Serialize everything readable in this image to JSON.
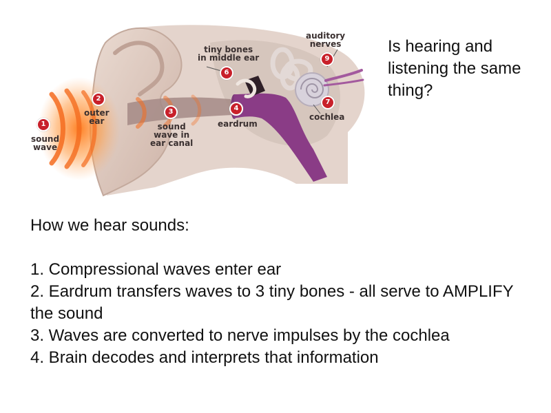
{
  "question": "Is hearing and\nlistening the same\nthing?",
  "diagram": {
    "labels": {
      "sound_wave": "sound\nwave",
      "outer_ear": "outer\near",
      "ear_canal": "sound\nwave in\near canal",
      "eardrum": "eardrum",
      "middle_ear": "tiny bones\nin middle ear",
      "cochlea": "cochlea",
      "auditory_nerves": "auditory\nnerves"
    },
    "badges": {
      "sound_wave": "1",
      "outer_ear": "2",
      "ear_canal": "3",
      "eardrum": "4",
      "middle_ear": "6",
      "cochlea": "7",
      "auditory_nerves": "9"
    },
    "colors": {
      "skin": "#ddc8bc",
      "bone": "#c9b9b0",
      "canal": "#a58a86",
      "purple": "#8a3c86",
      "cochlea": "#d8d2dc",
      "wave": "#f26a1f",
      "badge": "#c8202a"
    }
  },
  "explanation": {
    "heading": "How we hear sounds:",
    "steps": [
      "1.  Compressional waves enter ear",
      "2.  Eardrum transfers waves to 3 tiny bones - all serve to AMPLIFY the sound",
      "3.  Waves are converted to nerve impulses by the cochlea",
      "4.  Brain decodes and interprets that information"
    ]
  }
}
